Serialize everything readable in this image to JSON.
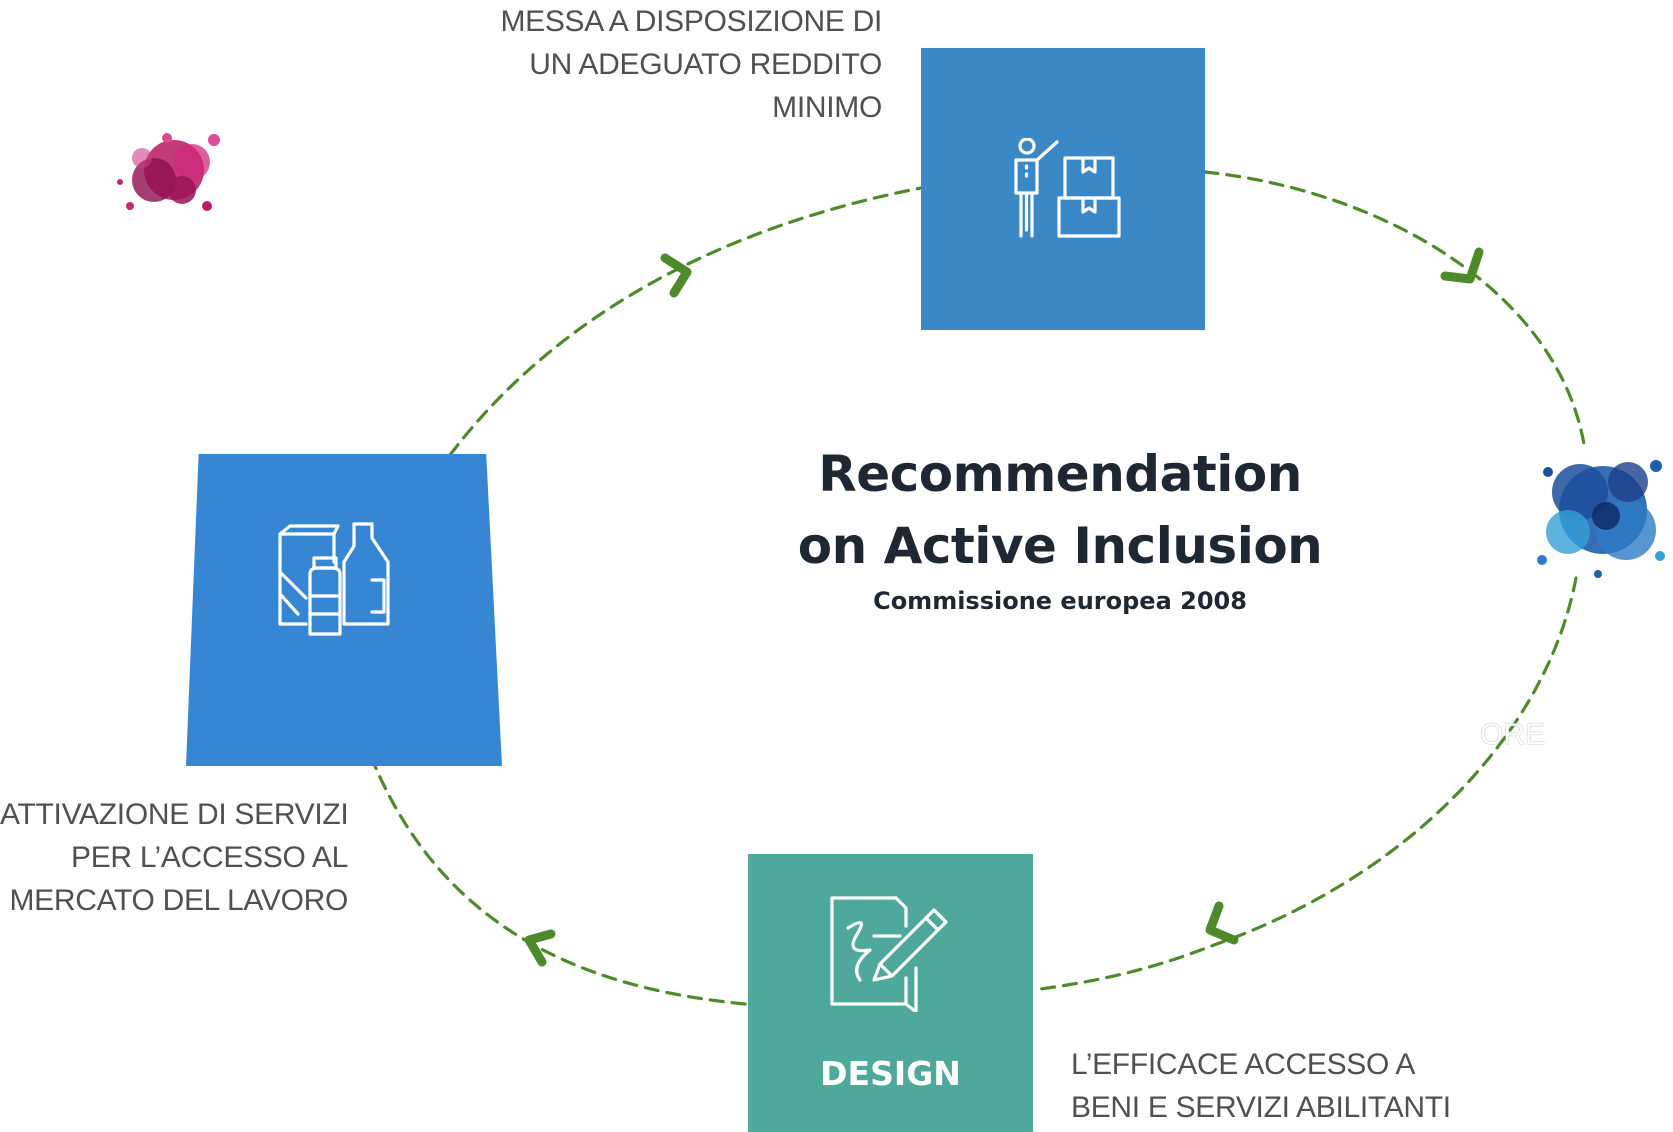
{
  "diagram": {
    "title_lines": [
      "Recommendation",
      "on Active Inclusion"
    ],
    "subtitle": "Commissione europea 2008",
    "nodes": [
      {
        "id": "income",
        "caption_lines": [
          "MESSA A DISPOSIZIONE DI",
          "UN ADEGUATO REDDITO",
          "MINIMO"
        ],
        "icon": "person-with-boxes-icon",
        "color": "#3b88c6"
      },
      {
        "id": "services",
        "caption_lines": [
          "L’EFFICACE ACCESSO A",
          "BENI E SERVIZI ABILITANTI"
        ],
        "icon": "document-pencil-icon",
        "label": "DESIGN",
        "color": "#4ea89b"
      },
      {
        "id": "labour",
        "caption_lines": [
          "ATTIVAZIONE DI SERVIZI",
          "PER L’ACCESSO AL",
          "MERCATO DEL LAVORO"
        ],
        "icon": "goods-bottles-icon",
        "color": "#3786d3"
      }
    ],
    "partial_text": "ORE",
    "cycle_direction": "clockwise",
    "arrow_color": "#4e8a2c",
    "decorations": [
      "magenta-ink-splash",
      "blue-ink-splash"
    ]
  }
}
